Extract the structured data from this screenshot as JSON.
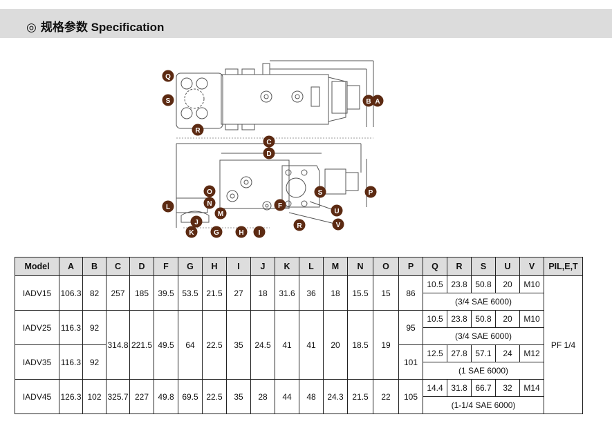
{
  "header": {
    "icon": "double-circle-icon",
    "title_cn": "规格参数",
    "title_en": "Specification"
  },
  "drawing_labels": {
    "top_view": [
      "Q",
      "S",
      "R",
      "B",
      "A"
    ],
    "front_view": [
      "C",
      "D",
      "O",
      "N",
      "M",
      "L",
      "J",
      "K",
      "G",
      "H",
      "I",
      "F",
      "S",
      "P",
      "U",
      "V",
      "R"
    ]
  },
  "colors": {
    "marker": "#5c2a12",
    "header_bg": "#dcdcdc",
    "table_header_bg": "#dddddd"
  },
  "table": {
    "headers": [
      "Model",
      "A",
      "B",
      "C",
      "D",
      "F",
      "G",
      "H",
      "I",
      "J",
      "K",
      "L",
      "M",
      "N",
      "O",
      "P",
      "Q",
      "R",
      "S",
      "U",
      "V",
      "PIL,E,T"
    ],
    "rows": [
      {
        "model": "IADV15",
        "A": "106.3",
        "B": "82",
        "C": "257",
        "D": "185",
        "F": "39.5",
        "G": "53.5",
        "H": "21.5",
        "I": "27",
        "J": "18",
        "K": "31.6",
        "L": "36",
        "M": "18",
        "N": "15.5",
        "O": "15",
        "P": "86",
        "Q": "10.5",
        "R": "23.8",
        "S": "50.8",
        "U": "20",
        "V": "M10",
        "flange": "(3/4 SAE 6000)"
      },
      {
        "model": "IADV25",
        "A": "116.3",
        "B": "92",
        "P": "95",
        "Q": "10.5",
        "R": "23.8",
        "S": "50.8",
        "U": "20",
        "V": "M10",
        "flange": "(3/4 SAE 6000)"
      },
      {
        "model": "IADV35",
        "A": "116.3",
        "B": "92",
        "P": "101",
        "Q": "12.5",
        "R": "27.8",
        "S": "57.1",
        "U": "24",
        "V": "M12",
        "flange": "(1 SAE 6000)"
      },
      {
        "model": "IADV45",
        "A": "126.3",
        "B": "102",
        "C": "325.7",
        "D": "227",
        "F": "49.8",
        "G": "69.5",
        "H": "22.5",
        "I": "35",
        "J": "28",
        "K": "44",
        "L": "48",
        "M": "24.3",
        "N": "21.5",
        "O": "22",
        "P": "105",
        "Q": "14.4",
        "R": "31.8",
        "S": "66.7",
        "U": "32",
        "V": "M14",
        "flange": "(1-1/4 SAE 6000)"
      }
    ],
    "shared_25_35": {
      "C": "314.8",
      "D": "221.5",
      "F": "49.5",
      "G": "64",
      "H": "22.5",
      "I": "35",
      "J": "24.5",
      "K": "41",
      "L": "41",
      "M": "20",
      "N": "18.5",
      "O": "19"
    },
    "pil_e_t": "PF 1/4"
  }
}
